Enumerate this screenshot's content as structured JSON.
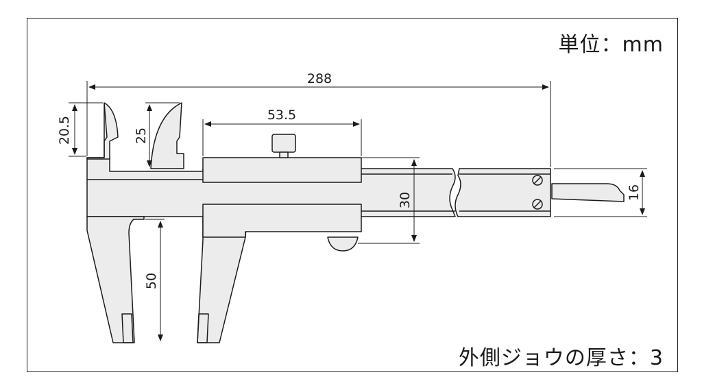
{
  "notes": {
    "unit": "単位：mm",
    "jaw_thickness": "外側ジョウの厚さ：3"
  },
  "dimensions": {
    "overall_length": "288",
    "slider_length": "53.5",
    "upper_jaw_left": "20.5",
    "upper_jaw_right": "25",
    "beam_height": "30",
    "lower_jaw": "50",
    "depth_rod": "16"
  },
  "colors": {
    "body_fill": "#ececec",
    "line": "#1a1a1a"
  }
}
